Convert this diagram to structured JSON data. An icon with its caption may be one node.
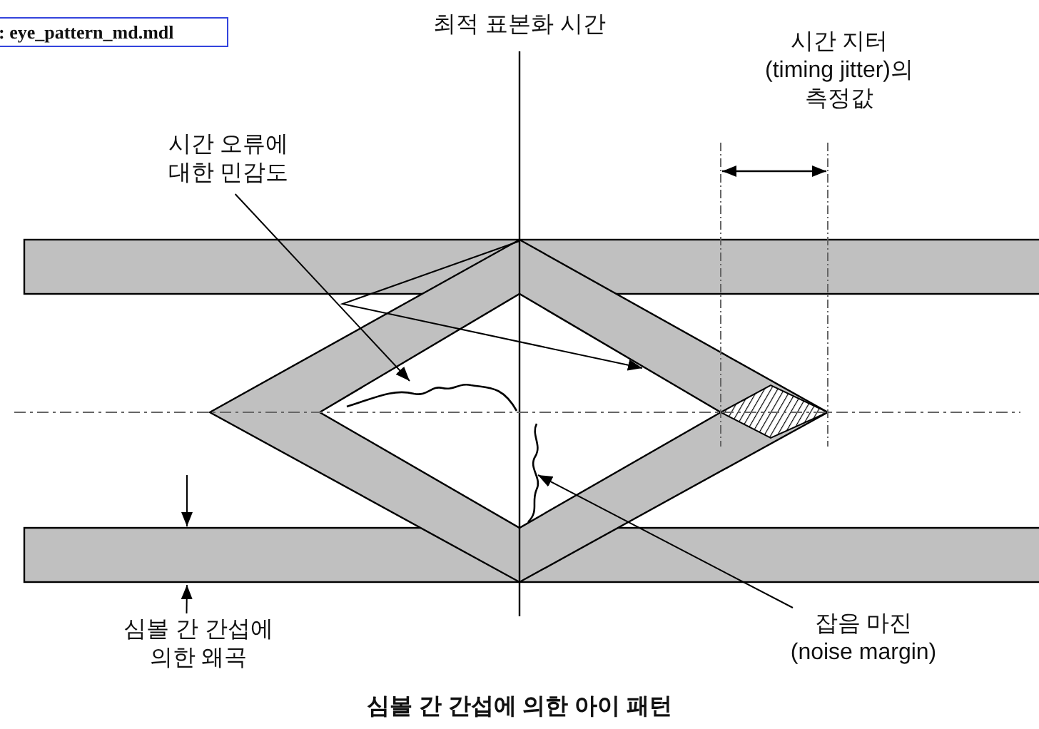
{
  "diagram": {
    "caption": "심볼 간 간섭에 의한 아이 패턴",
    "nodes": [
      {
        "text": [
          ": eye_pattern_md.mdl"
        ]
      },
      {
        "text": [
          "시간 오류에 대한 민감도"
        ]
      },
      {
        "text": [
          "잡음 마진 (noise margin)"
        ]
      },
      {
        "text": [
          "심볼 간 간섭에 의한 왜곡"
        ]
      }
    ],
    "edges": [
      {
        "from": 1,
        "to": null,
        "arrow": "to"
      },
      {
        "from": 2,
        "to": null,
        "arrow": "to"
      },
      {
        "from": 3,
        "to": null,
        "arrow": "to"
      }
    ],
    "labels": [
      "최적 표본화 시간",
      "시간 지터 (timing jitter)의 측정값"
    ]
  }
}
